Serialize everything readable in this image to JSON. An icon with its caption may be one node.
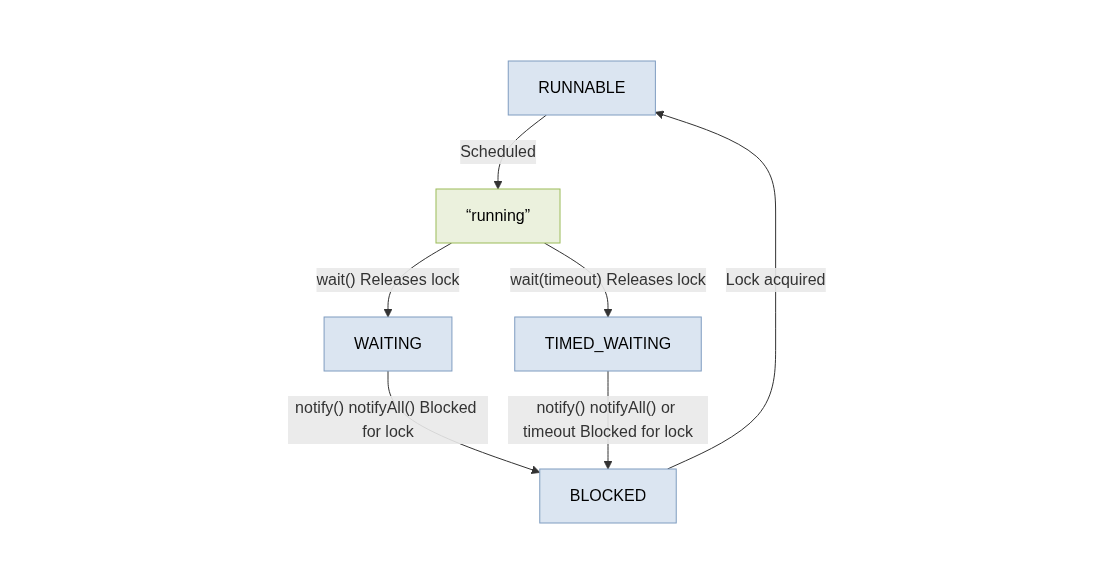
{
  "diagram": {
    "nodes": [
      {
        "text": [
          "RUNNABLE"
        ]
      },
      {
        "text": [
          "“running”"
        ]
      },
      {
        "text": [
          "BLOCKED"
        ]
      },
      {
        "text": [
          "WAITING"
        ]
      },
      {
        "text": [
          "TIMED_WAITING"
        ]
      }
    ],
    "edges": [
      {
        "from": 0,
        "to": 1,
        "arrow": "to",
        "label": "Scheduled"
      },
      {
        "from": 1,
        "to": 3,
        "arrow": "to",
        "label": "wait() Releases lock"
      },
      {
        "from": 1,
        "to": 4,
        "arrow": "to",
        "label": "wait(timeout) Releases lock"
      },
      {
        "from": 3,
        "to": 2,
        "arrow": "to",
        "label": "notify() notifyAll() Blocked for lock"
      },
      {
        "from": 4,
        "to": 2,
        "arrow": "to",
        "label": "notify() notifyAll() or timeout Blocked for lock"
      },
      {
        "from": 2,
        "to": 0,
        "arrow": "to",
        "label": "Lock acquired"
      }
    ]
  }
}
